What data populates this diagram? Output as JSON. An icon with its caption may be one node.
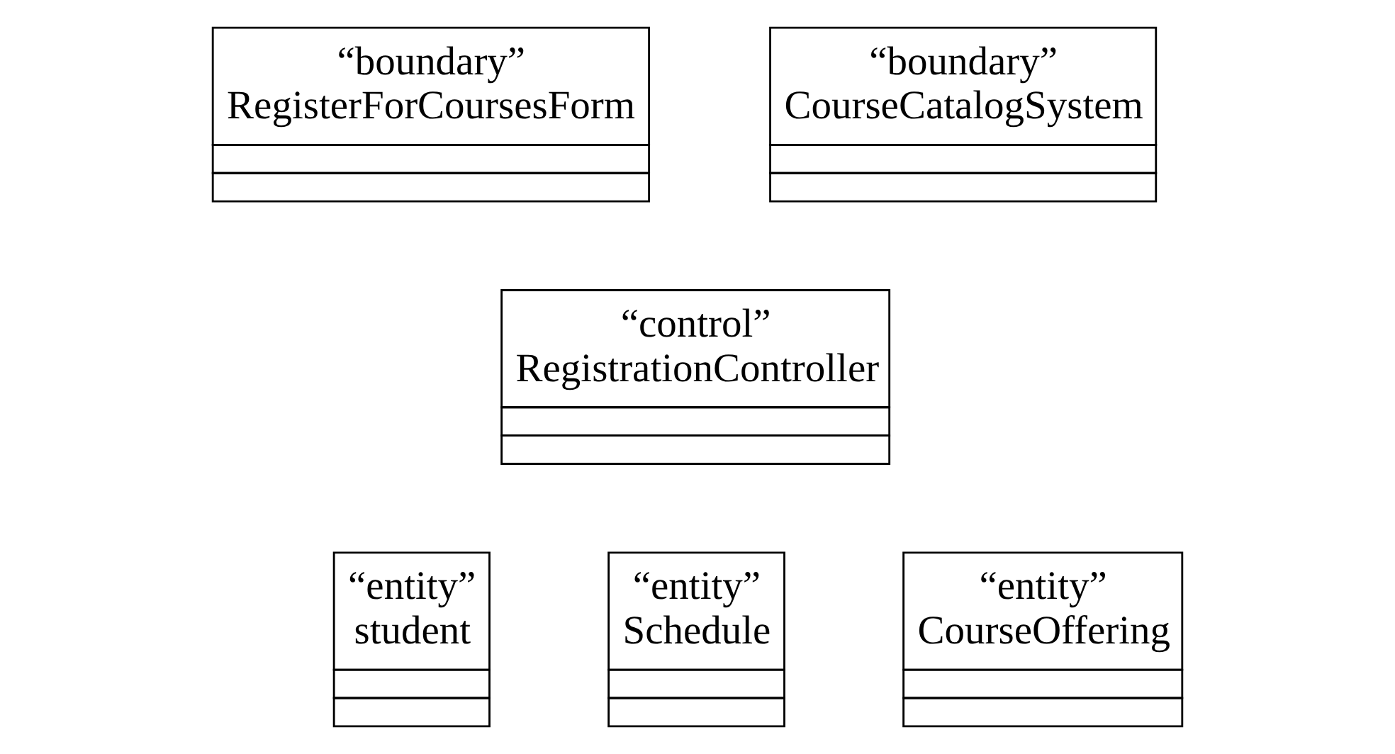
{
  "diagram": {
    "nodes": [
      {
        "text": [
          "“boundary”",
          "RegisterForCoursesForm"
        ]
      },
      {
        "text": [
          "“boundary”",
          "CourseCatalogSystem"
        ]
      },
      {
        "text": [
          "“control”",
          "RegistrationController"
        ]
      },
      {
        "text": [
          "“entity”",
          "student"
        ]
      },
      {
        "text": [
          "“entity”",
          "Schedule"
        ]
      },
      {
        "text": [
          "“entity”",
          "CourseOffering"
        ]
      }
    ]
  }
}
